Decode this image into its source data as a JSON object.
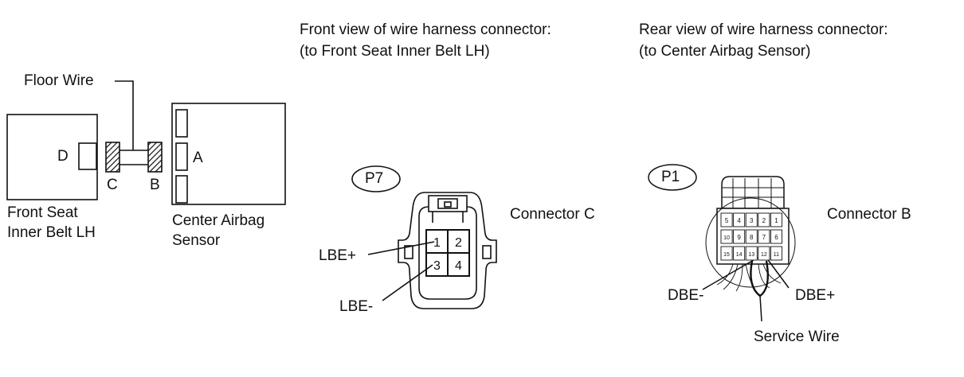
{
  "left_diagram": {
    "floor_wire": "Floor Wire",
    "front_seat_line1": "Front Seat",
    "front_seat_line2": "Inner Belt LH",
    "center_airbag_line1": "Center Airbag",
    "center_airbag_line2": "Sensor",
    "label_d": "D",
    "label_c": "C",
    "label_b": "B",
    "label_a": "A"
  },
  "front_view": {
    "title_line1": "Front view of wire harness connector:",
    "title_line2": "(to Front Seat Inner Belt LH)",
    "badge": "P7",
    "connector_label": "Connector C",
    "pins": [
      "1",
      "2",
      "3",
      "4"
    ],
    "terminal_plus": "LBE+",
    "terminal_minus": "LBE-"
  },
  "rear_view": {
    "title_line1": "Rear view of wire harness connector:",
    "title_line2": "(to Center Airbag Sensor)",
    "badge": "P1",
    "connector_label": "Connector B",
    "pins_row1": [
      "5",
      "4",
      "3",
      "2",
      "1"
    ],
    "pins_row2": [
      "10",
      "9",
      "8",
      "7",
      "6"
    ],
    "pins_row3": [
      "15",
      "14",
      "13",
      "12",
      "11"
    ],
    "terminal_minus": "DBE-",
    "terminal_plus": "DBE+",
    "service_wire": "Service Wire"
  }
}
